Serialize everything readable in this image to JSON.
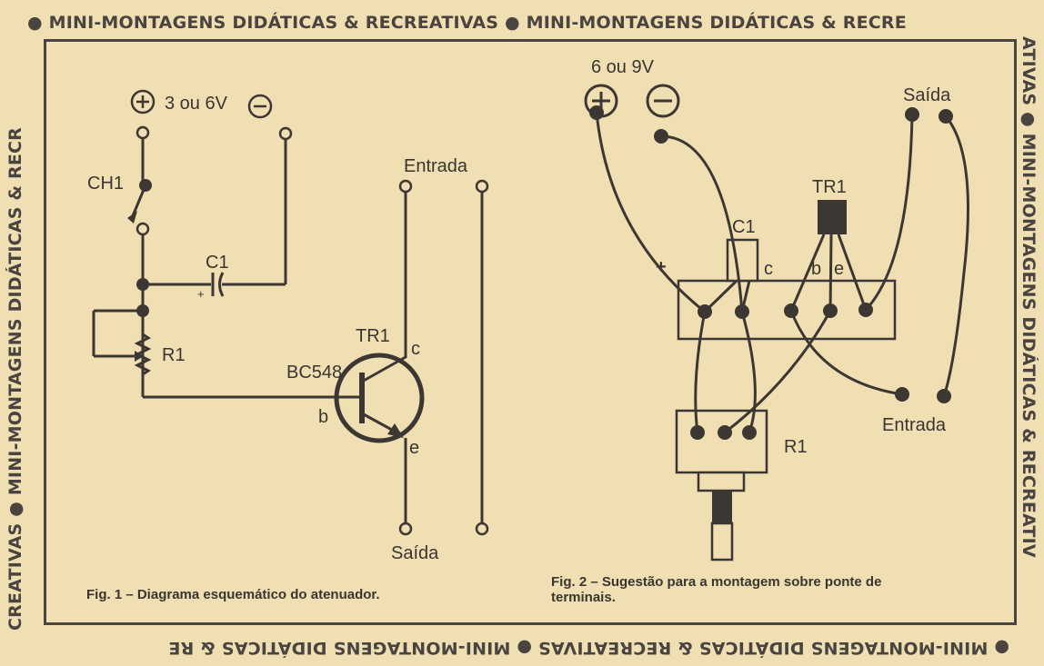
{
  "band": {
    "top": "● MINI-MONTAGENS DIDÁTICAS & RECREATIVAS ● MINI-MONTAGENS DIDÁTICAS & RECRE",
    "right": "ATIVAS ● MINI-MONTAGENS DIDÁTICAS & RECREATIV",
    "bottom": "● MINI-MONTAGENS DIDÁTICAS & RECREATIVAS ● MINI-MONTAGENS DIDÁTICAS & RE",
    "left": "CREATIVAS ● MINI-MONTAGENS DIDÁTICAS & RECR"
  },
  "fig1": {
    "voltage": "3 ou 6V",
    "plus_symbol": "+",
    "minus_symbol": "−",
    "switch_label": "CH1",
    "cap_label": "C1",
    "cap_plus": "+",
    "resistor_label": "R1",
    "transistor_label": "TR1",
    "transistor_model": "BC548",
    "pin_b": "b",
    "pin_c": "c",
    "pin_e": "e",
    "input_label": "Entrada",
    "output_label": "Saída",
    "caption": "Fig. 1 – Diagrama esquemático do atenuador."
  },
  "fig2": {
    "voltage": "6 ou 9V",
    "plus_symbol": "+",
    "minus_symbol": "−",
    "output_label": "Saída",
    "cap_label": "C1",
    "cap_plus": "+",
    "transistor_label": "TR1",
    "pin_c": "c",
    "pin_b": "b",
    "pin_e": "e",
    "input_label": "Entrada",
    "resistor_label": "R1",
    "caption_line1": "Fig. 2 – Sugestão para a montagem sobre ponte de",
    "caption_line2": "terminais."
  }
}
